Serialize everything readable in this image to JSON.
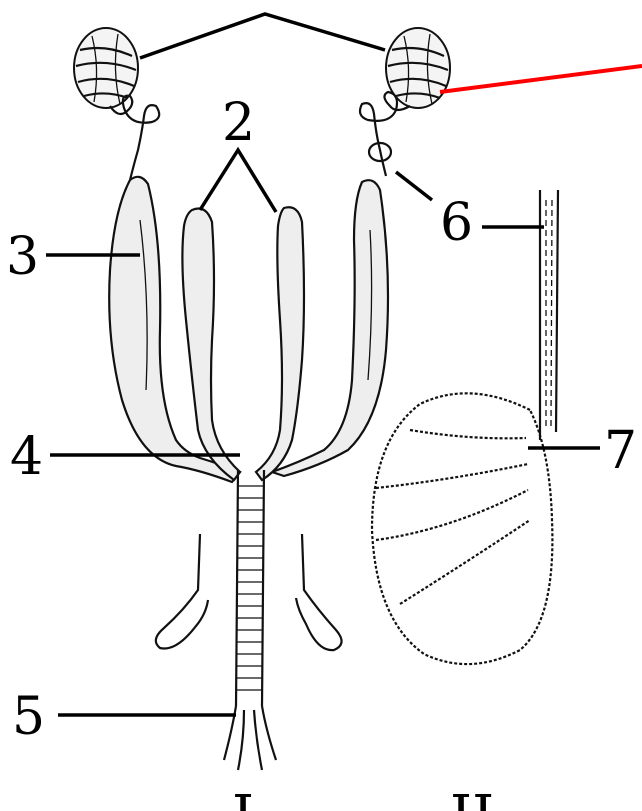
{
  "labels": {
    "l2": "2",
    "l3": "3",
    "l4": "4",
    "l5": "5",
    "l6": "6",
    "l7": "7",
    "fig_left": "I",
    "fig_right": "II"
  },
  "colors": {
    "ink": "#111111",
    "organ_fill": "#eeeeee",
    "pointer_red": "#ff0000"
  }
}
